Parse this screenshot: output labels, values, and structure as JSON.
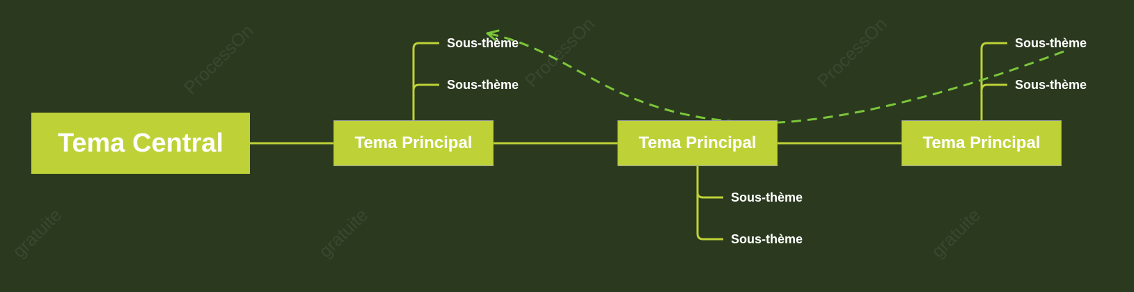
{
  "diagram": {
    "central_topic": "Tema Central",
    "main_topics": [
      {
        "label": "Tema Principal",
        "subtopics": [
          "Sous-thème",
          "Sous-thème"
        ]
      },
      {
        "label": "Tema Principal",
        "subtopics": [
          "Sous-thème",
          "Sous-thème"
        ]
      },
      {
        "label": "Tema Principal",
        "subtopics": [
          "Sous-thème",
          "Sous-thème"
        ]
      }
    ],
    "watermarks": [
      "ProcessOn",
      "gratuite",
      "ProcessOn",
      "gratuite",
      "ProcessOn",
      "gratuite"
    ]
  },
  "colors": {
    "background": "#2b3a1f",
    "node_fill": "#bed238",
    "connector": "#bed238",
    "relation_arrow": "#7cc63a",
    "text": "#ffffff"
  }
}
